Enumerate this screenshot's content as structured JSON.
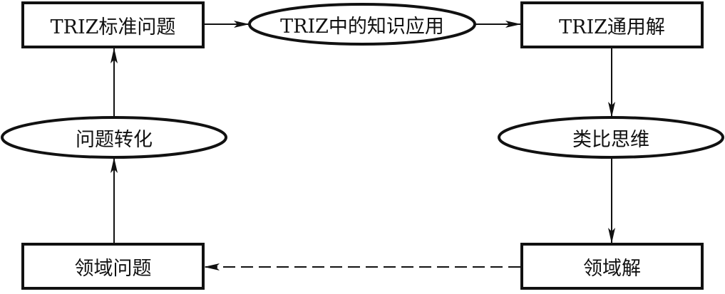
{
  "diagram": {
    "type": "flowchart-cycle",
    "colors": {
      "stroke": "#111111",
      "fill": "#ffffff",
      "text": "#111111"
    },
    "nodes": {
      "triz_standard_problem": {
        "label": "TRIZ标准问题",
        "shape": "rectangle"
      },
      "triz_knowledge_application": {
        "label": "TRIZ中的知识应用",
        "shape": "ellipse"
      },
      "triz_general_solution": {
        "label": "TRIZ通用解",
        "shape": "rectangle"
      },
      "problem_transformation": {
        "label": "问题转化",
        "shape": "ellipse"
      },
      "analogical_thinking": {
        "label": "类比思维",
        "shape": "ellipse"
      },
      "domain_problem": {
        "label": "领域问题",
        "shape": "rectangle"
      },
      "domain_solution": {
        "label": "领域解",
        "shape": "rectangle"
      }
    },
    "edges": [
      {
        "from": "triz_standard_problem",
        "to": "triz_knowledge_application",
        "style": "solid"
      },
      {
        "from": "triz_knowledge_application",
        "to": "triz_general_solution",
        "style": "solid"
      },
      {
        "from": "triz_general_solution",
        "to": "analogical_thinking",
        "style": "solid"
      },
      {
        "from": "analogical_thinking",
        "to": "domain_solution",
        "style": "solid"
      },
      {
        "from": "domain_solution",
        "to": "domain_problem",
        "style": "dashed"
      },
      {
        "from": "domain_problem",
        "to": "problem_transformation",
        "style": "solid"
      },
      {
        "from": "problem_transformation",
        "to": "triz_standard_problem",
        "style": "solid"
      }
    ]
  }
}
